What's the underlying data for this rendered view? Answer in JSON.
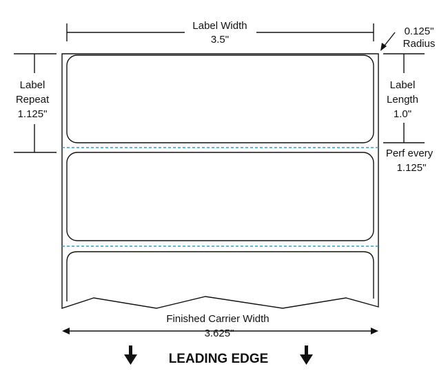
{
  "dimensions": {
    "label_width": {
      "title": "Label Width",
      "value": "3.5\""
    },
    "corner_radius": {
      "value": "0.125\"",
      "title": "Radius"
    },
    "label_repeat": {
      "title_line1": "Label",
      "title_line2": "Repeat",
      "value": "1.125\""
    },
    "label_length": {
      "title_line1": "Label",
      "title_line2": "Length",
      "value": "1.0\""
    },
    "perforation": {
      "title": "Perf every",
      "value": "1.125\""
    },
    "carrier_width": {
      "title": "Finished Carrier Width",
      "value": "3.625\""
    }
  },
  "feed_direction": {
    "label": "LEADING EDGE",
    "icon": "down-arrow-icon"
  },
  "colors": {
    "outline": "#111111",
    "perforation": "#2a9fd6"
  }
}
